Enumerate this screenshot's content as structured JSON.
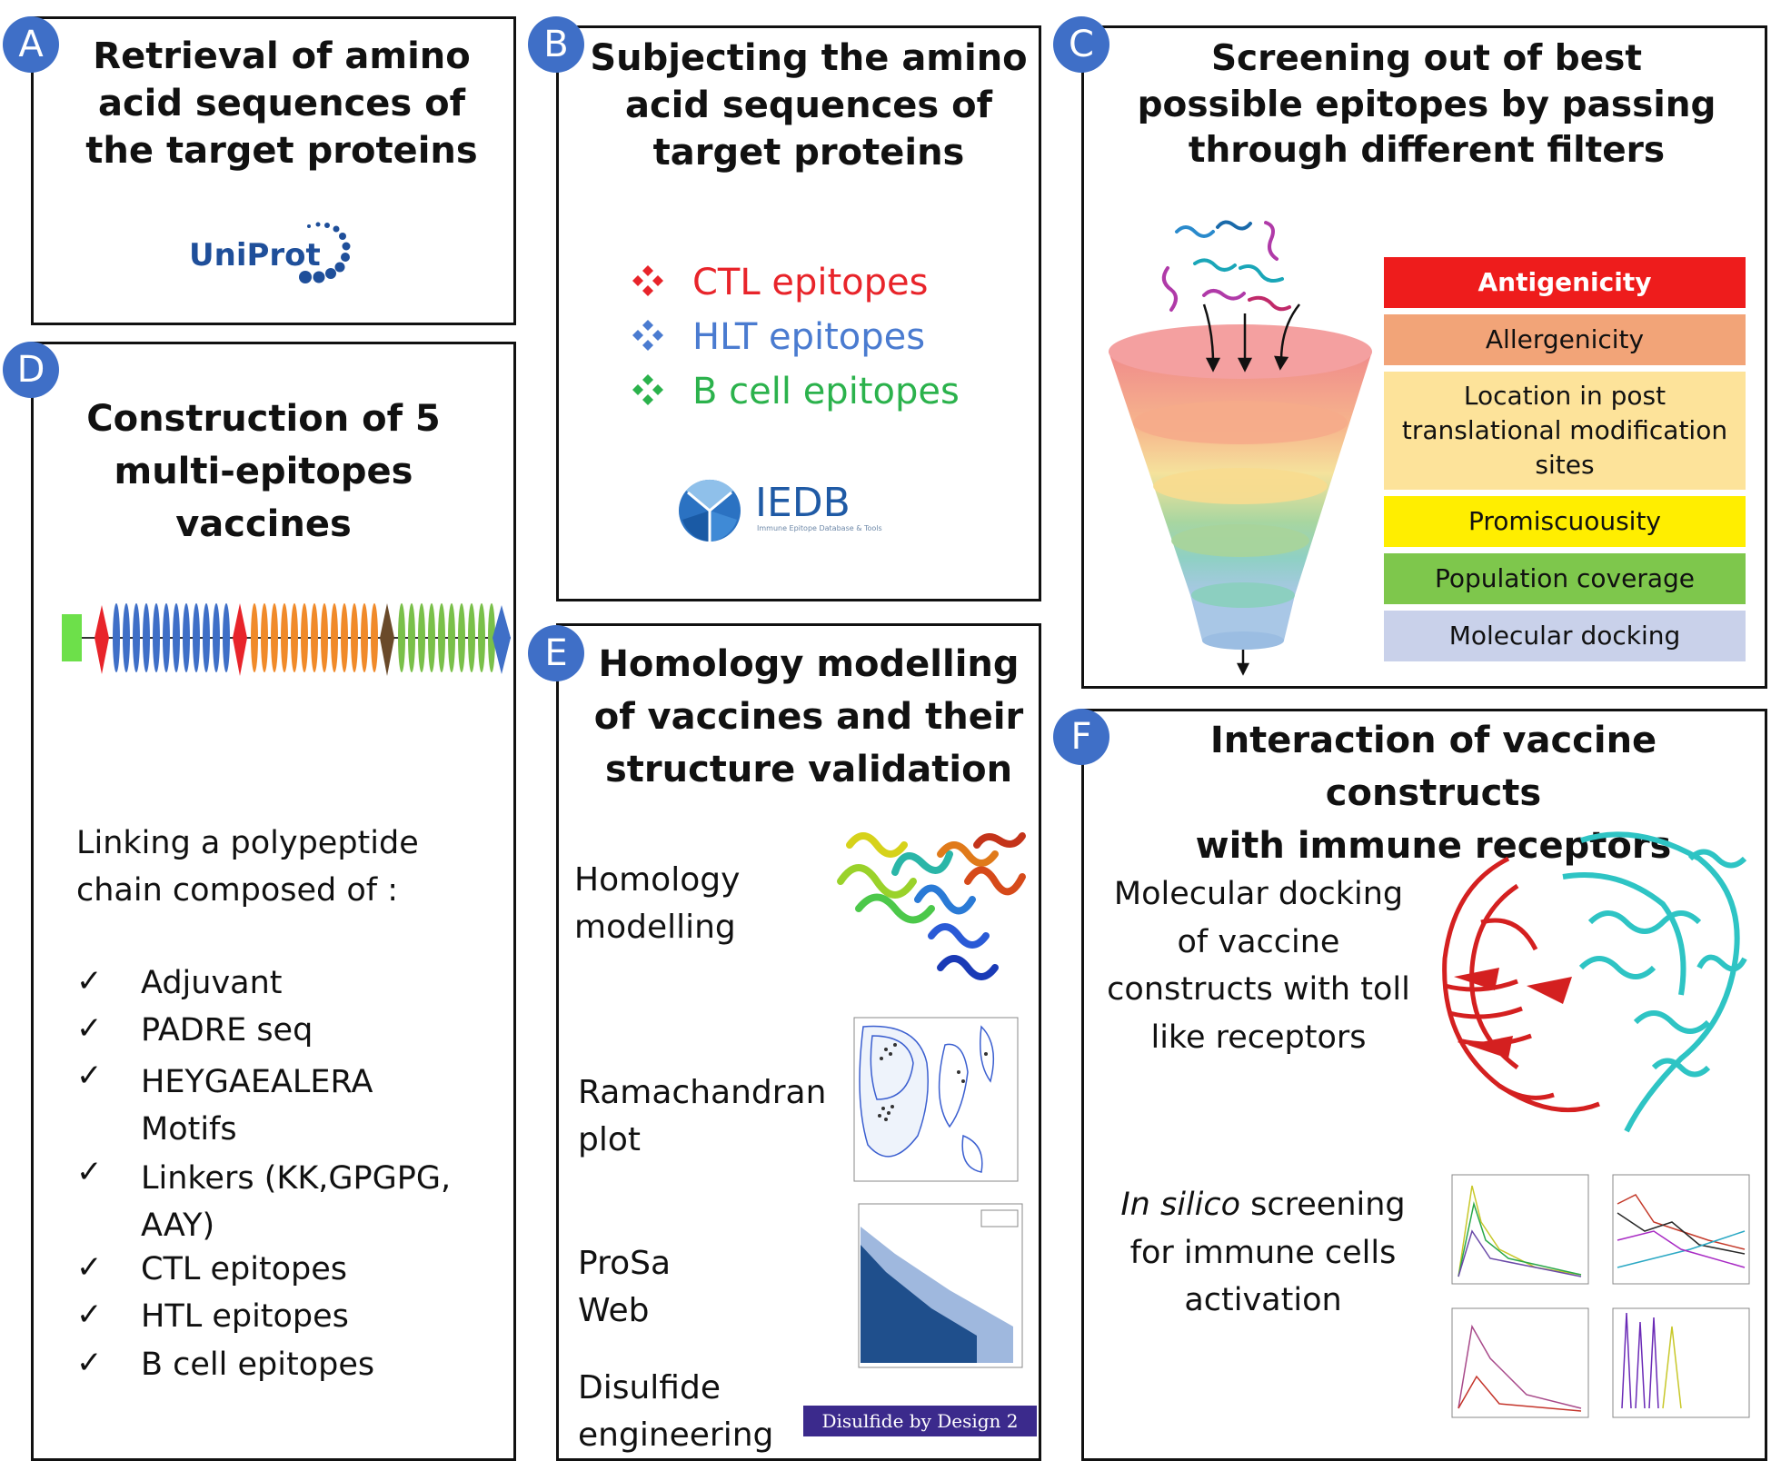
{
  "panels": {
    "a": {
      "letter": "A",
      "title_lines": [
        "Retrieval of amino",
        "acid sequences of",
        "the target proteins"
      ],
      "logo_text": "UniProt"
    },
    "b": {
      "letter": "B",
      "title_lines": [
        "Subjecting the amino",
        "acid sequences of",
        "target proteins"
      ],
      "items": [
        {
          "label": "CTL epitopes",
          "color": "#e8242a"
        },
        {
          "label": "HLT epitopes",
          "color": "#4a7bd0"
        },
        {
          "label": "B cell epitopes",
          "color": "#2bb24c"
        }
      ],
      "logo_text": "IEDB",
      "logo_subtext": "Immune Epitope Database & Tools"
    },
    "c": {
      "letter": "C",
      "title_lines": [
        "Screening out of best",
        "possible epitopes by passing",
        "through different filters"
      ],
      "filters": [
        {
          "label_lines": [
            "Antigenicity"
          ],
          "color": "#ee1c1c",
          "text_color": "#ffffff"
        },
        {
          "label_lines": [
            "Allergenicity"
          ],
          "color": "#f2a478",
          "text_color": "#111111"
        },
        {
          "label_lines": [
            "Location in post",
            "translational modification",
            "sites"
          ],
          "color": "#fde39a",
          "text_color": "#111111"
        },
        {
          "label_lines": [
            "Promiscuousity"
          ],
          "color": "#ffee00",
          "text_color": "#111111"
        },
        {
          "label_lines": [
            "Population coverage"
          ],
          "color": "#7ec74c",
          "text_color": "#111111"
        },
        {
          "label_lines": [
            "Molecular docking"
          ],
          "color": "#c9d1ea",
          "text_color": "#111111"
        }
      ]
    },
    "d": {
      "letter": "D",
      "title_lines": [
        "Construction of 5",
        "multi-epitopes",
        "vaccines"
      ],
      "intro_lines": [
        "Linking a polypeptide",
        "chain composed of :"
      ],
      "checklist": [
        {
          "lines": [
            "Adjuvant"
          ]
        },
        {
          "lines": [
            "PADRE seq"
          ]
        },
        {
          "lines": [
            "HEYGAEALERA",
            "Motifs"
          ]
        },
        {
          "lines": [
            "Linkers (KK,GPGPG,",
            "AAY)"
          ]
        },
        {
          "lines": [
            "CTL epitopes"
          ]
        },
        {
          "lines": [
            "HTL epitopes"
          ]
        },
        {
          "lines": [
            "B cell epitopes"
          ]
        }
      ],
      "check_mark": "✓"
    },
    "e": {
      "letter": "E",
      "title_lines": [
        "Homology modelling",
        "of vaccines and their",
        "structure validation"
      ],
      "rows": [
        {
          "lines": [
            "Homology",
            "modelling"
          ]
        },
        {
          "lines": [
            "Ramachandran",
            "plot"
          ]
        },
        {
          "lines": [
            "ProSa",
            "Web"
          ]
        },
        {
          "lines": [
            "Disulfide",
            "engineering"
          ]
        }
      ],
      "disulfide_logo": "Disulfide by Design 2"
    },
    "f": {
      "letter": "F",
      "title_lines": [
        "Interaction of vaccine constructs",
        "with immune receptors"
      ],
      "docking_lines": [
        "Molecular docking",
        "of vaccine",
        "constructs with toll",
        "like receptors"
      ],
      "silico_italic": "In silico",
      "silico_rest": " screening",
      "silico_lines": [
        "for immune cells",
        "activation"
      ]
    }
  },
  "colors": {
    "badge": "#3f6fc7",
    "border": "#111111",
    "cyan": "#2ec4c4",
    "red": "#d42020"
  },
  "icons": [
    "diamond-bullet-icon",
    "checkmark-icon",
    "funnel-icon",
    "down-arrow-icon"
  ]
}
